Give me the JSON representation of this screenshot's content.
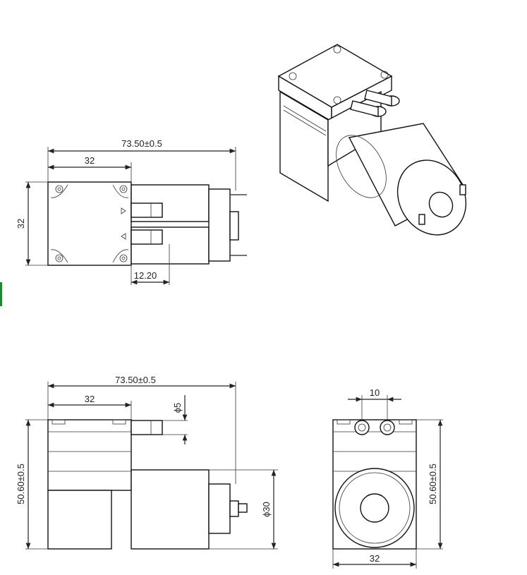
{
  "dimensions": {
    "top_overall": "73.50±0.5",
    "top_width": "32",
    "top_height": "32",
    "top_port": "12.20",
    "side_overall": "73.50±0.5",
    "side_width": "32",
    "side_port_dia": "ϕ5",
    "side_height": "50.60±0.5",
    "motor_dia": "ϕ30",
    "front_spacing": "10",
    "front_height": "50.60±0.5",
    "front_width": "32"
  },
  "colors": {
    "line": "#222222",
    "accent": "#1a8a2a"
  }
}
